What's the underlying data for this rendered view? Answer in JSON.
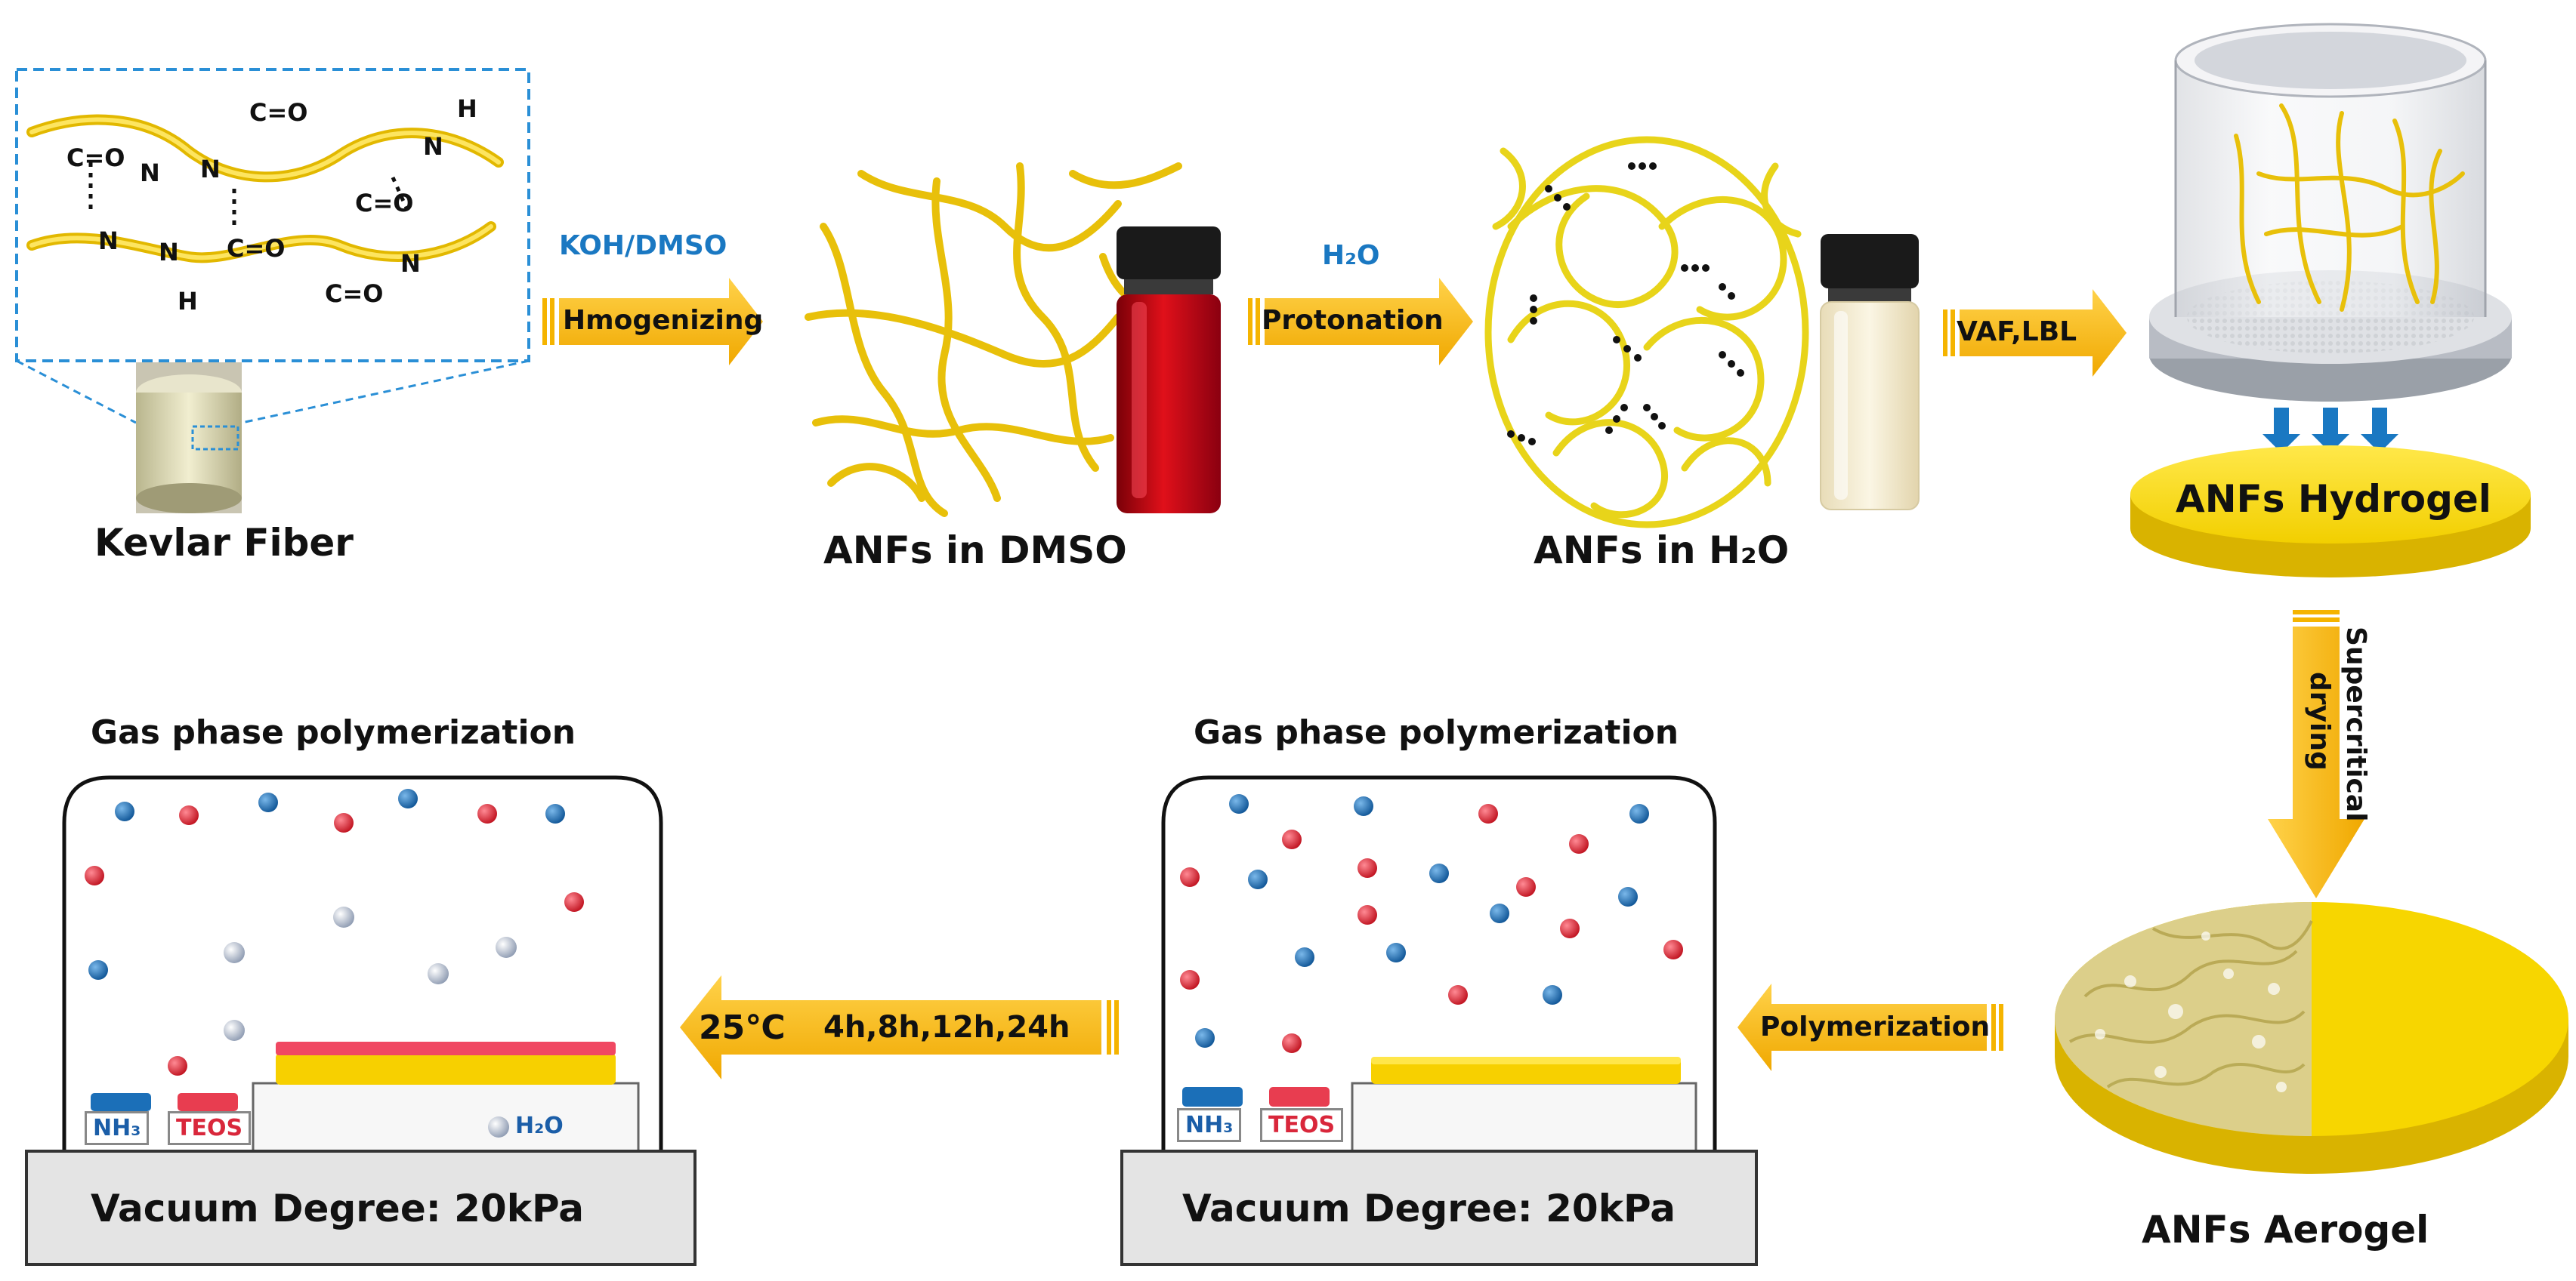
{
  "labels": {
    "kevlar": "Kevlar Fiber",
    "anfs_dmso": "ANFs in DMSO",
    "anfs_h2o": "ANFs in H₂O",
    "hydrogel": "ANFs Hydrogel",
    "aerogel": "ANFs  Aerogel"
  },
  "arrows": {
    "a1_reagent": "KOH/DMSO",
    "a1_step": "Hmogenizing",
    "a2_reagent": "H₂O",
    "a2_step": "Protonation",
    "a3_step": "VAF,LBL",
    "a4_line1": "Supercritical",
    "a4_line2": "drying",
    "a5_step": "Polymerization",
    "a6_temp": "25℃",
    "a6_times": "4h,8h,12h,24h"
  },
  "chambers": {
    "left_title": "Gas phase polymerization",
    "right_title": "Gas phase polymerization",
    "vacuum": "Vacuum Degree: 20kPa",
    "nh3": "NH₃",
    "teos": "TEOS",
    "h2o": "H₂O"
  },
  "molecule": {
    "co": "C=O",
    "n": "N",
    "h": "H"
  },
  "colors": {
    "arrow": "#f5b400",
    "fiber": "#f1cf1c",
    "red_ball": "#d9273b",
    "blue_ball": "#1b6fb8",
    "grey_ball": "#a8b4c8",
    "accent_blue": "#1a78c2"
  }
}
